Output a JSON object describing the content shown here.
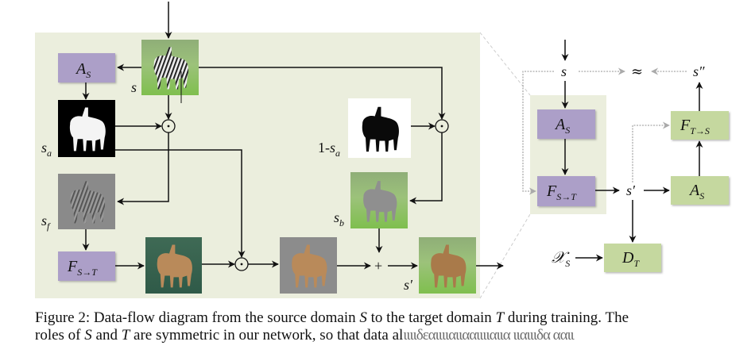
{
  "diagram": {
    "left_panel": {
      "labels": {
        "s": "s",
        "s_a": "s",
        "s_a_sub": "a",
        "one_minus": "1-",
        "one_minus_s": "s",
        "one_minus_sub": "a",
        "s_f": "s",
        "s_f_sub": "f",
        "s_b": "s",
        "s_b_sub": "b",
        "s_prime": "s′"
      },
      "blocks": {
        "attention": {
          "main": "A",
          "sub": "S",
          "color": "#ac9fc8"
        },
        "translator": {
          "main": "F",
          "sub": "S→T",
          "color": "#ac9fc8"
        }
      },
      "operators": {
        "hadamard": "⊙",
        "plus": "+"
      },
      "images": [
        {
          "name": "source-zebra",
          "desc": "zebras on grass"
        },
        {
          "name": "attention-mask",
          "desc": "white foreground mask on black"
        },
        {
          "name": "inverse-mask",
          "desc": "black foreground mask on white"
        },
        {
          "name": "foreground",
          "desc": "zebras on gray"
        },
        {
          "name": "background",
          "desc": "grass background with gray zebras"
        },
        {
          "name": "translated",
          "desc": "horses on dark green"
        },
        {
          "name": "masked-translated",
          "desc": "horses on gray"
        },
        {
          "name": "output",
          "desc": "horses on grass"
        }
      ],
      "panel_color": "#ebeedd"
    },
    "right_panel": {
      "s": "s",
      "approx": "≈",
      "s_double": "s″",
      "s_prime": "s′",
      "x_s": "𝒳",
      "x_s_sub": "S",
      "blocks": {
        "attention_src": {
          "main": "A",
          "sub": "S",
          "color": "#ac9fc8"
        },
        "translator_st": {
          "main": "F",
          "sub": "S→T",
          "color": "#ac9fc8"
        },
        "translator_ts": {
          "main": "F",
          "sub": "T→S",
          "color": "#c5d89f"
        },
        "attention_cycle": {
          "main": "A",
          "sub": "S",
          "color": "#c5d89f"
        },
        "discriminator": {
          "main": "D",
          "sub": "T",
          "color": "#c5d89f"
        }
      }
    }
  },
  "caption": {
    "line1_a": "Figure 2: Data-flow diagram from the source domain ",
    "line1_S": "S",
    "line1_b": " to the target domain ",
    "line1_T": "T",
    "line1_c": " during training. The",
    "line2_a": "roles of ",
    "line2_S": "S",
    "line2_b": " and ",
    "line2_T": "T",
    "line2_c": " are symmetric in our network, so that data al",
    "line2_garbled": "ιιιιδεαιιιιαιιααιιιιαιια ιιαιιιδα ααιι"
  }
}
